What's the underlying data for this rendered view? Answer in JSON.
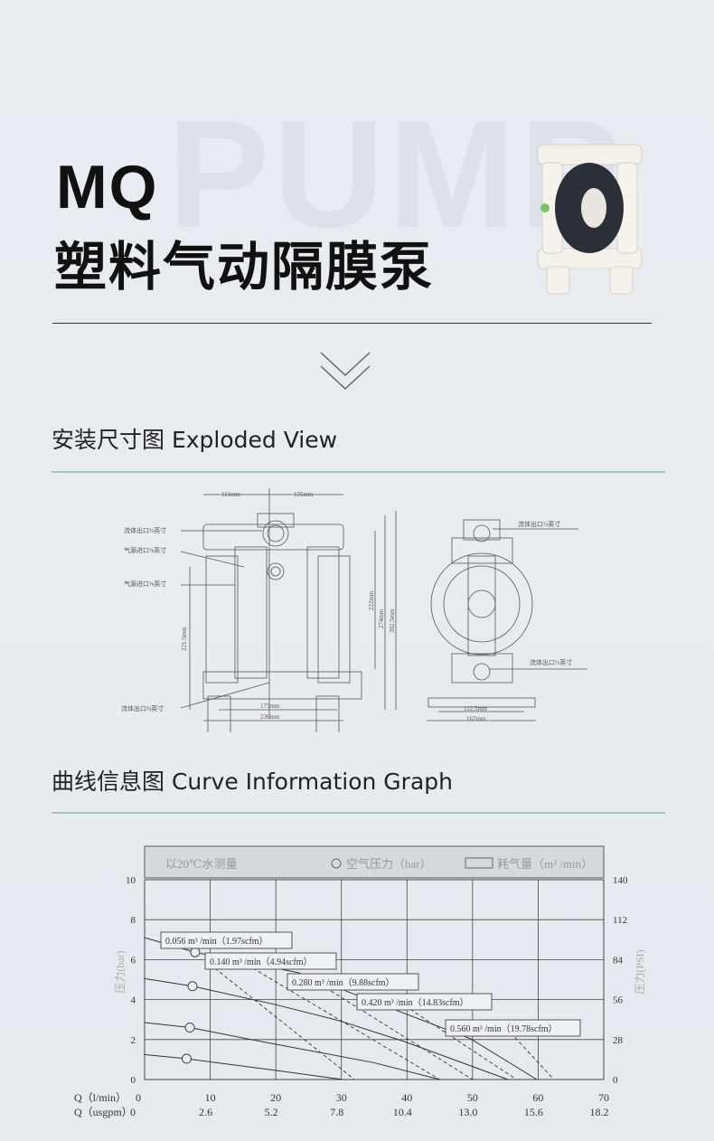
{
  "hero": {
    "watermark": "PUMP",
    "model": "MQ",
    "title": "塑料气动隔膜泵"
  },
  "section1": {
    "title": "安装尺寸图 Exploded View"
  },
  "diagram": {
    "front": {
      "dims": [
        "111mm",
        "125mm",
        "222mm",
        "274mm",
        "302.5mm",
        "221.5mm",
        "175mm",
        "236mm"
      ],
      "labels": [
        "流体出口¾英寸",
        "气源进口⅜英寸",
        "气源进口⅜英寸",
        "流体出口¾英寸"
      ]
    },
    "side": {
      "dims": [
        "112.5mm",
        "162mm"
      ],
      "labels": [
        "流体出口½英寸",
        "流体出口½英寸"
      ]
    }
  },
  "section2": {
    "title": "曲线信息图 Curve Information Graph"
  },
  "chart_data": {
    "type": "line",
    "legend": {
      "note": "以20℃水测量",
      "pressure": "空气压力（bar）",
      "air": "耗气量（m³ /min）"
    },
    "ylabel_left": "压力(bar)",
    "ylabel_right": "压力(PSI)",
    "yticks_left": [
      "10",
      "8",
      "6",
      "4",
      "2",
      "0"
    ],
    "yticks_right": [
      "140",
      "112",
      "84",
      "56",
      "28",
      "0"
    ],
    "xlabel1": "Q（l/min）",
    "xlabel2": "Q（usgpm）",
    "xticks1": [
      "0",
      "10",
      "20",
      "30",
      "40",
      "50",
      "60",
      "70"
    ],
    "xticks2": [
      "0",
      "2.6",
      "5.2",
      "7.8",
      "10.4",
      "13.0",
      "15.6",
      "18.2"
    ],
    "xlim": [
      0,
      70
    ],
    "ylim": [
      0,
      10
    ],
    "pressure_series": [
      {
        "name": "7 bar",
        "points": [
          [
            0,
            7.1
          ],
          [
            7.7,
            6.37
          ],
          [
            23.4,
            5.35
          ],
          [
            49.7,
            2.04
          ],
          [
            59.8,
            0
          ]
        ],
        "marker": [
          7.7,
          6.37
        ]
      },
      {
        "name": "5 bar",
        "points": [
          [
            0,
            5.05
          ],
          [
            7.3,
            4.67
          ],
          [
            19.7,
            3.77
          ],
          [
            29.7,
            2.94
          ],
          [
            39.7,
            1.89
          ],
          [
            55.4,
            0
          ]
        ],
        "marker": [
          7.3,
          4.67
        ]
      },
      {
        "name": "3 bar",
        "points": [
          [
            0,
            2.85
          ],
          [
            6.9,
            2.6
          ],
          [
            18,
            1.89
          ],
          [
            35,
            0.84
          ],
          [
            45,
            0
          ]
        ],
        "marker": [
          6.9,
          2.6
        ]
      },
      {
        "name": "1 bar",
        "points": [
          [
            0,
            1.25
          ],
          [
            6.4,
            1.04
          ],
          [
            19.7,
            0.47
          ],
          [
            30.2,
            0
          ]
        ],
        "marker": [
          6.4,
          1.04
        ]
      }
    ],
    "air_series": [
      {
        "label": "0.056  m³ /min（1.97scfm）",
        "points": [
          [
            10.7,
            5.57
          ],
          [
            32,
            0
          ]
        ]
      },
      {
        "label": "0.140  m³ /min（4.94scfm）",
        "points": [
          [
            16.5,
            5.57
          ],
          [
            45,
            0
          ]
        ]
      },
      {
        "label": "0.280  m³ /min（9.88scfm）",
        "points": [
          [
            27.6,
            4.6
          ],
          [
            50,
            0
          ]
        ]
      },
      {
        "label": "0.420  m³ /min（14.83scfm）",
        "points": [
          [
            39.7,
            3.69
          ],
          [
            56.7,
            0
          ]
        ]
      },
      {
        "label": "0.560  m³ /min（19.78scfm）",
        "points": [
          [
            55.8,
            2.34
          ],
          [
            62.4,
            0
          ]
        ]
      }
    ],
    "colors": {
      "grid": "#444444",
      "curve": "#333333",
      "header": "#d5d9de"
    }
  }
}
